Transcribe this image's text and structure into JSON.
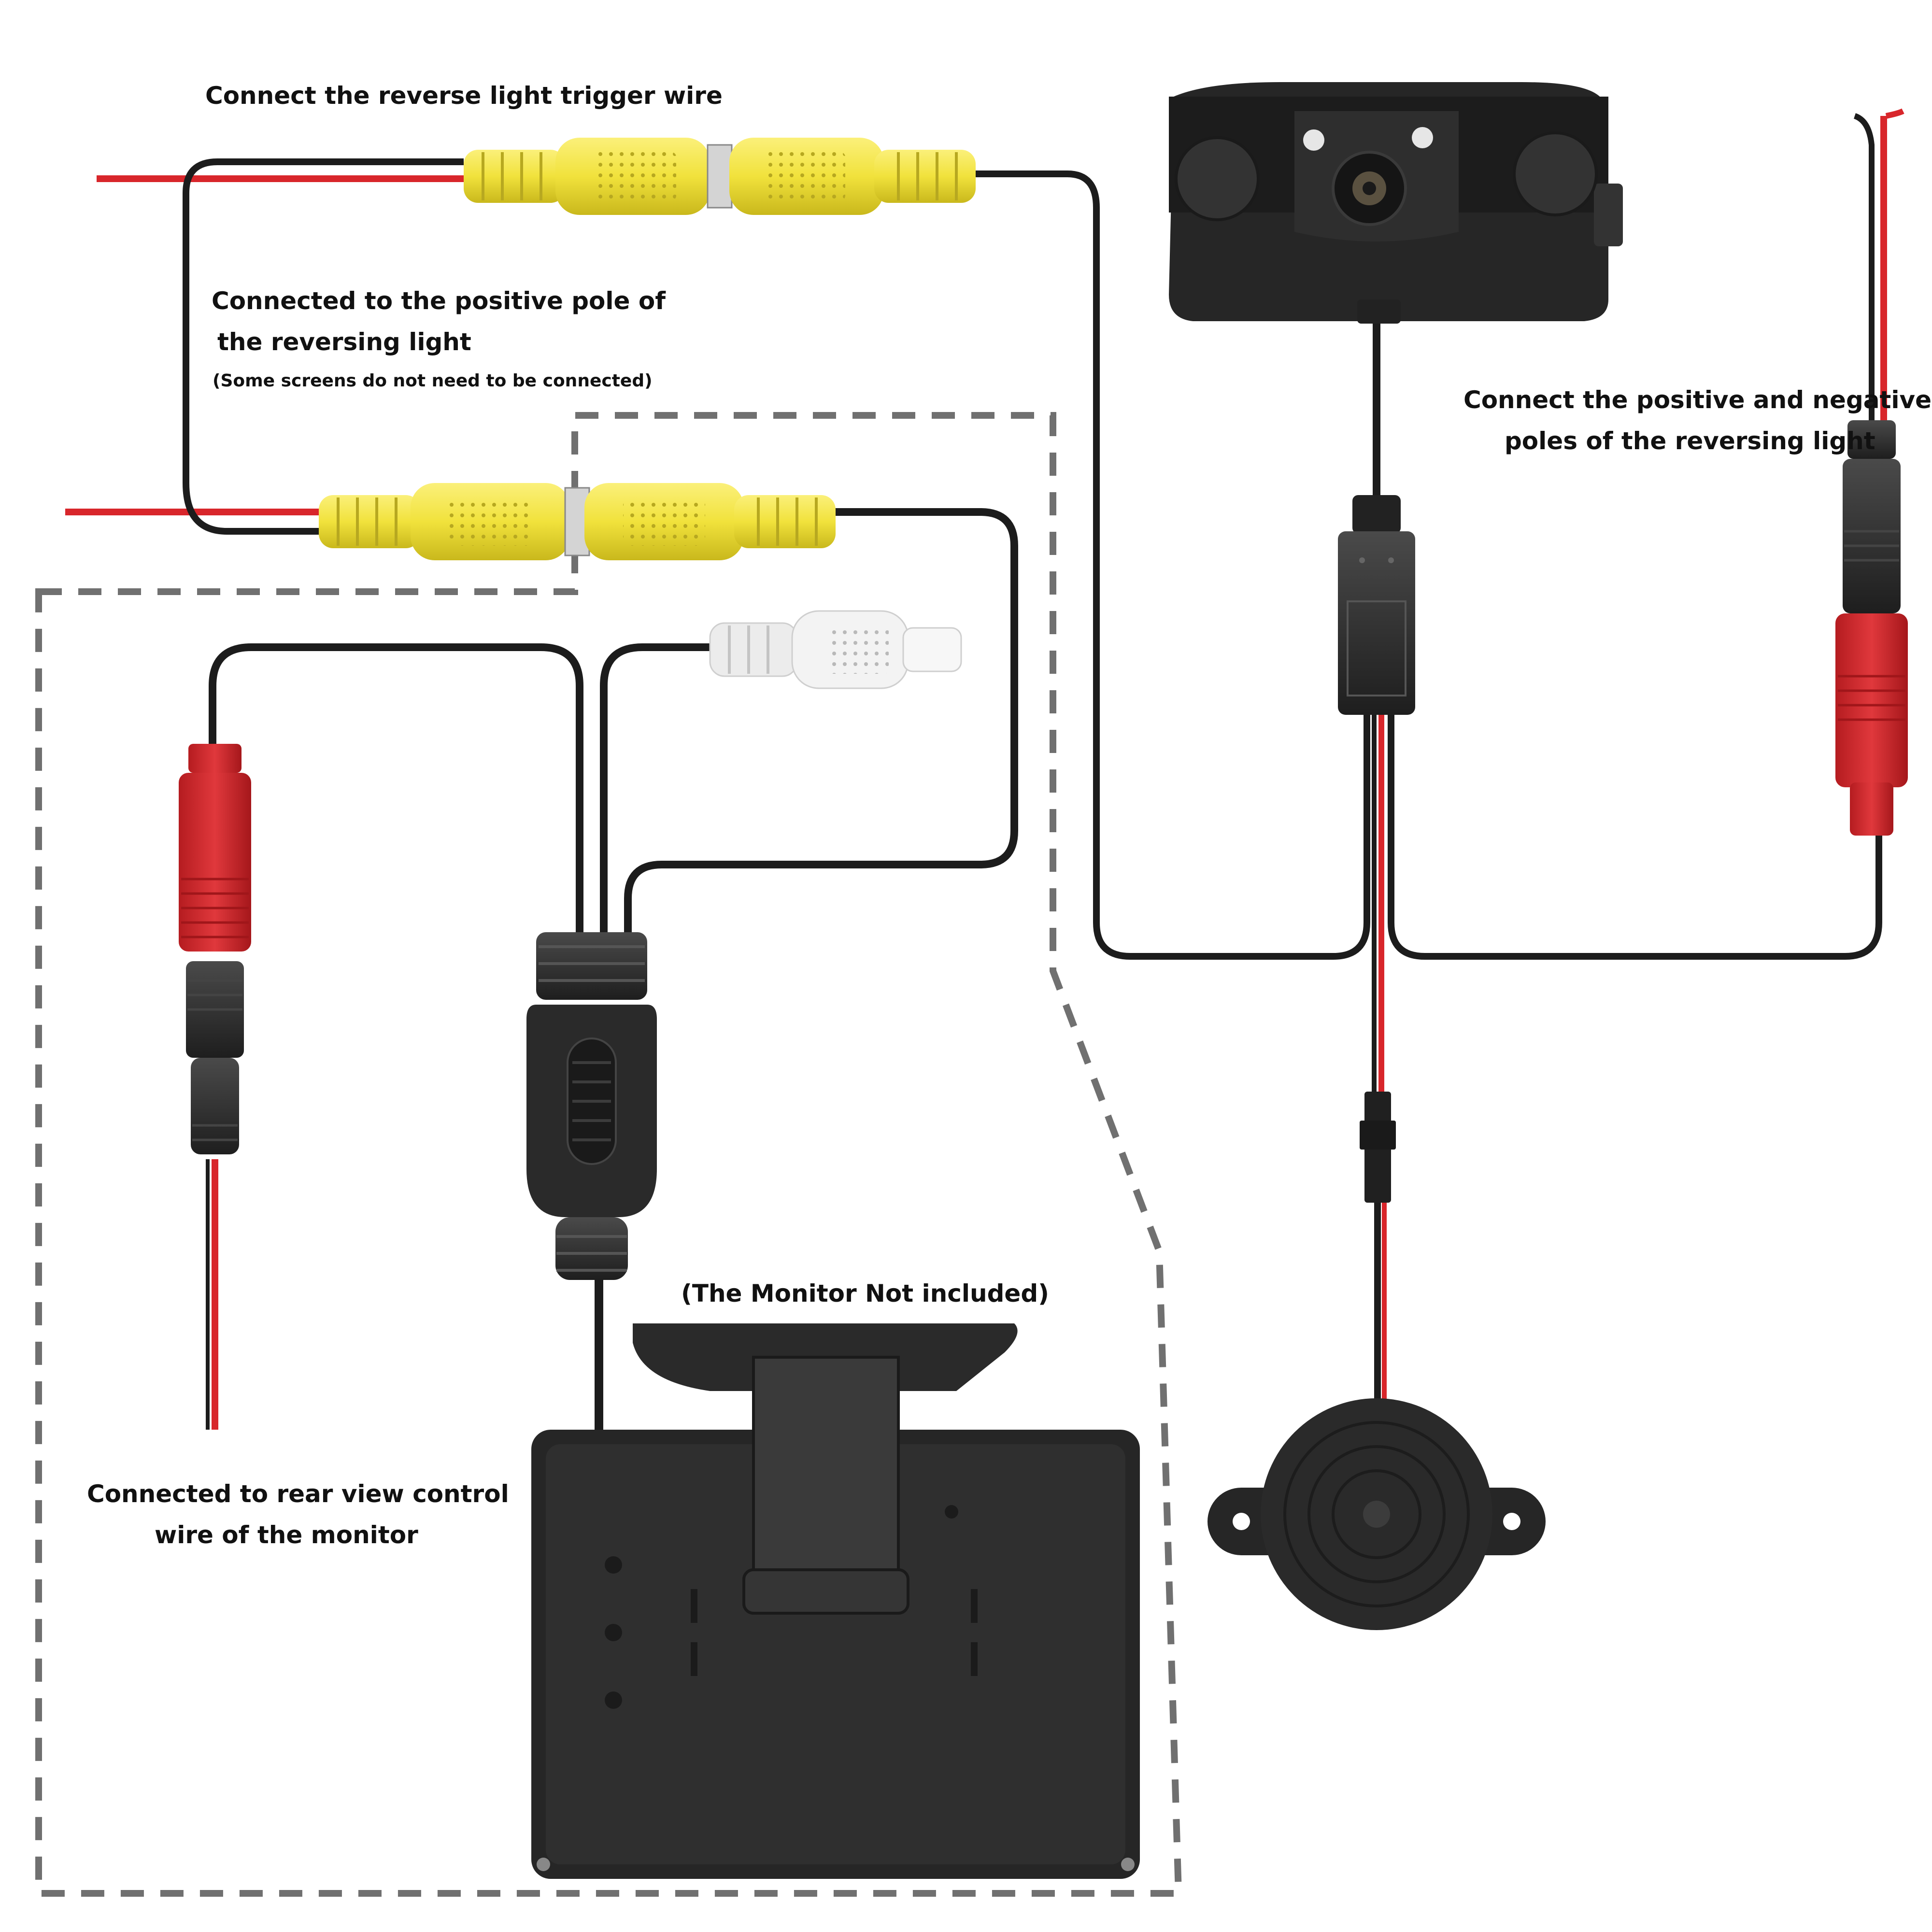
{
  "labels": {
    "trigger_wire": "Connect the reverse light trigger wire",
    "positive_pole_1": "Connected to the positive pole of",
    "positive_pole_2": "the reversing light",
    "positive_pole_note": "(Some screens do not need to be connected)",
    "pos_neg_1": "Connect the positive and negative",
    "pos_neg_2": "poles of the reversing light",
    "monitor_note": "(The Monitor Not included)",
    "rear_view_1": "Connected to rear view control",
    "rear_view_2": "wire of the monitor"
  },
  "colors": {
    "wire_red": "#d8262b",
    "wire_black": "#1c1c1c",
    "rca_yellow": "#f1e23c",
    "rca_white": "#efefef",
    "plug_red": "#d8262b",
    "device_dark": "#2c2c2c",
    "dashed_border": "#707070"
  },
  "components": [
    "reversing-camera-with-parking-sensors",
    "buzzer-speaker",
    "monitor",
    "splitter-box",
    "yellow-rca-couplers",
    "white-rca-plug",
    "dc-power-plugs"
  ]
}
